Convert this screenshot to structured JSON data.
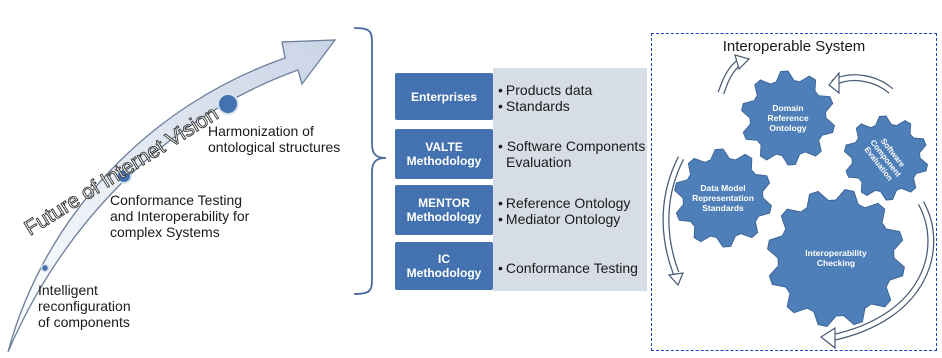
{
  "arrow": {
    "title": "Future of Internet Vision",
    "milestones": [
      {
        "label_lines": [
          "Harmonization of",
          "ontological structures"
        ]
      },
      {
        "label_lines": [
          "Conformance Testing",
          "and Interoperability for",
          "complex Systems"
        ]
      },
      {
        "label_lines": [
          "Intelligent",
          "reconfiguration",
          "of components"
        ]
      }
    ]
  },
  "methodologies": [
    {
      "name_lines": [
        "Enterprises"
      ],
      "bullets": [
        "Products data",
        "Standards"
      ]
    },
    {
      "name_lines": [
        "VALTE",
        "Methodology"
      ],
      "bullets": [
        "Software Components",
        "Evaluation"
      ],
      "bullet_style": [
        "bullet",
        "continuation"
      ]
    },
    {
      "name_lines": [
        "MENTOR",
        "Methodology"
      ],
      "bullets": [
        "Reference Ontology",
        "Mediator Ontology"
      ]
    },
    {
      "name_lines": [
        "IC",
        "Methodology"
      ],
      "bullets": [
        "Conformance Testing"
      ]
    }
  ],
  "system": {
    "title": "Interoperable System",
    "gears": [
      {
        "label_lines": [
          "Domain",
          "Reference",
          "Ontology"
        ]
      },
      {
        "label_lines": [
          "Software",
          "Component",
          "Evaluation"
        ]
      },
      {
        "label_lines": [
          "Data Model",
          "Representation",
          "Standards"
        ]
      },
      {
        "label_lines": [
          "Interoperability",
          "Checking"
        ]
      }
    ]
  },
  "colors": {
    "box_blue": "#4472b0",
    "gear_blue": "#4f7fb8",
    "arrow_fill": "#c9d4e6",
    "panel_gray": "#d7dde6",
    "frame_blue": "#1f3fbf"
  }
}
